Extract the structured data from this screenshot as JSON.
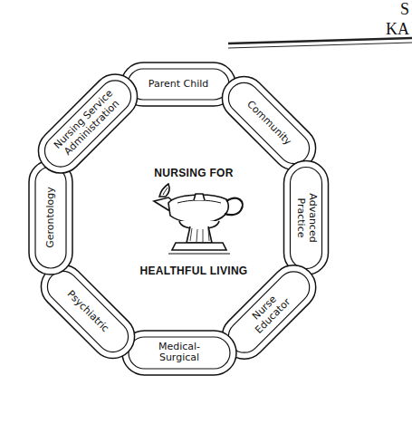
{
  "diagram": {
    "nodes": [
      {
        "text": [
          "Parent Child"
        ]
      },
      {
        "text": [
          "Community"
        ]
      },
      {
        "text": [
          "Advanced Practice"
        ]
      },
      {
        "text": [
          "Nurse Educator"
        ]
      },
      {
        "text": [
          "Medical- Surgical"
        ]
      },
      {
        "text": [
          "Psychiatric"
        ]
      },
      {
        "text": [
          "Gerontology"
        ]
      },
      {
        "text": [
          "Nursing Service Administration"
        ]
      }
    ],
    "labels": [
      "S",
      "KA",
      "NURSING FOR",
      "HEALTHFUL LIVING"
    ]
  }
}
